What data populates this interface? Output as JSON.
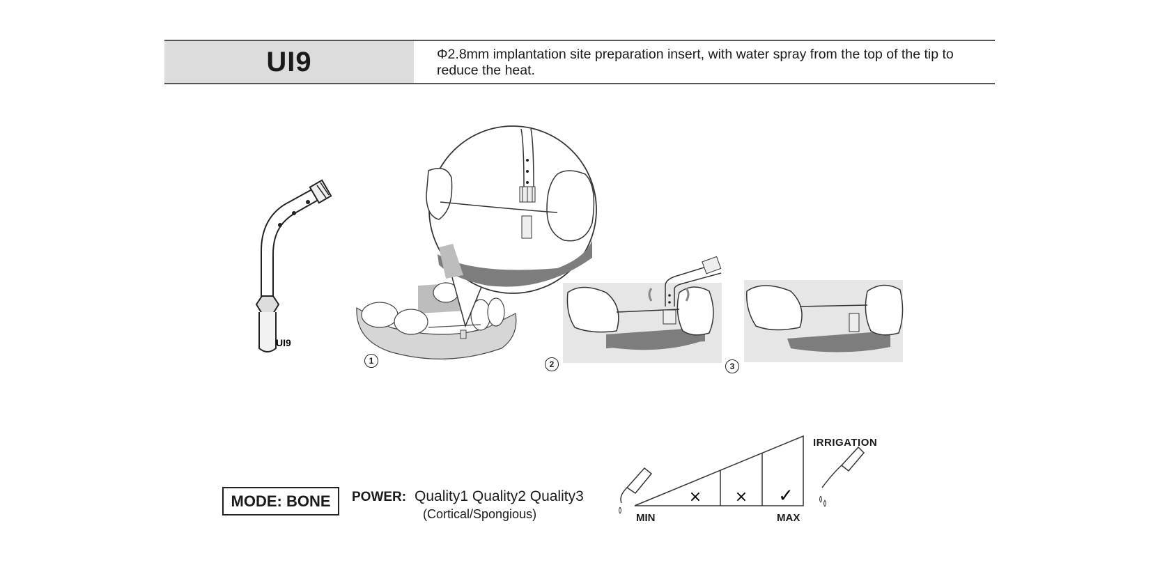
{
  "header": {
    "model": "UI9",
    "description": "Φ2.8mm implantation site preparation insert, with water spray from the top of the tip to reduce the heat."
  },
  "insert_label": "UI9",
  "steps": [
    "1",
    "2",
    "3"
  ],
  "settings": {
    "mode": "MODE: BONE",
    "power_label": "POWER:",
    "power_values": "Quality1 Quality2 Quality3",
    "power_sub": "(Cortical/Spongious)",
    "irrigation_label": "IRRIGATION",
    "min_label": "MIN",
    "max_label": "MAX",
    "irrigation_marks": [
      "×",
      "×",
      "✓"
    ]
  }
}
